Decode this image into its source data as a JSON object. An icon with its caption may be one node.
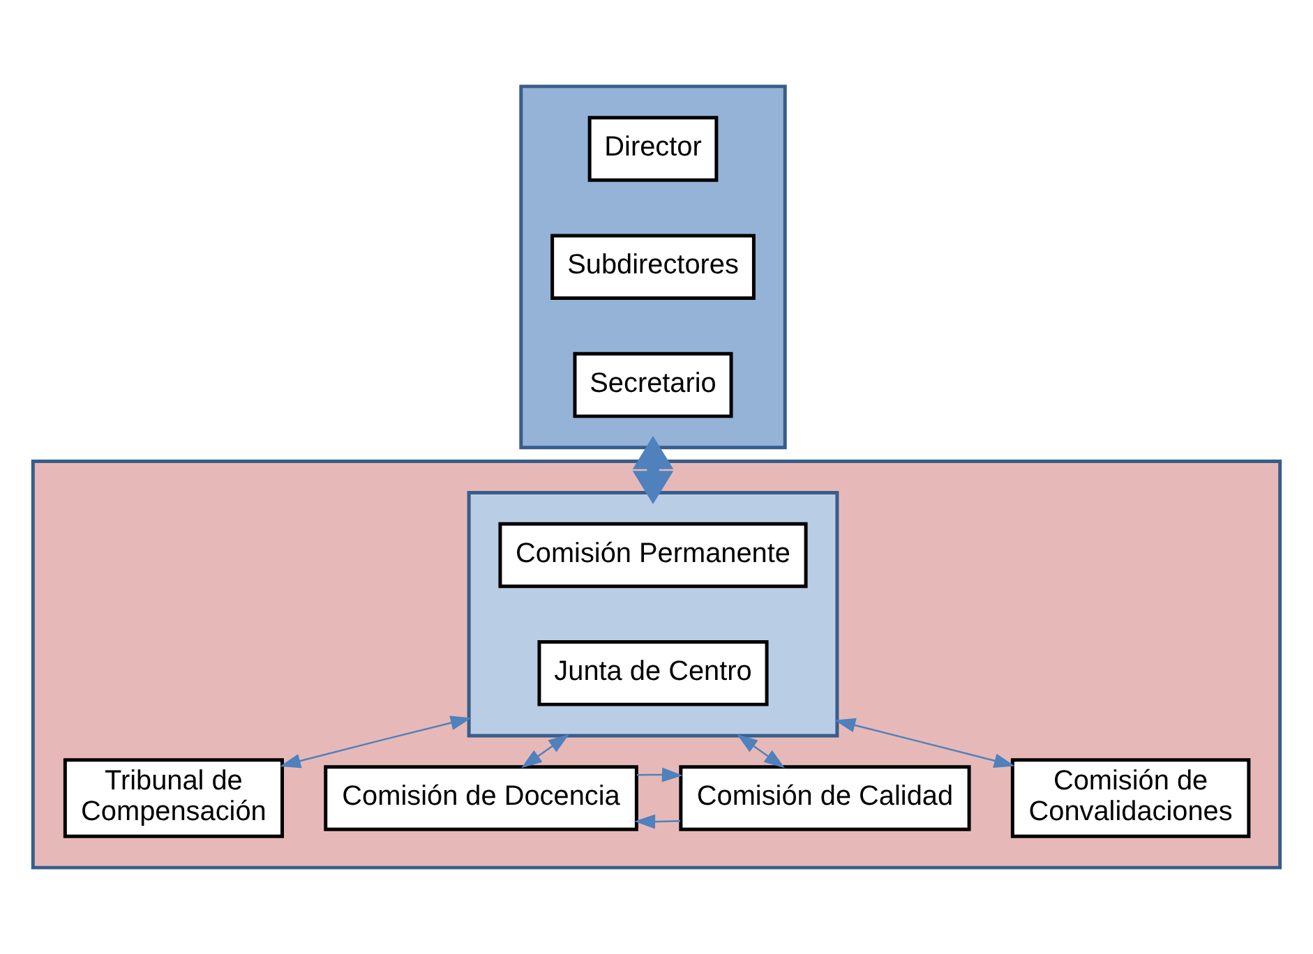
{
  "diagram": {
    "nodes": [
      {
        "text": [],
        "shape": "box"
      },
      {
        "text": [
          "Director"
        ],
        "in": 0
      },
      {
        "text": [
          "Subdirectores"
        ],
        "in": 0
      },
      {
        "text": [
          "Secretario"
        ],
        "in": 0
      },
      {
        "text": [],
        "shape": "box"
      },
      {
        "text": [],
        "shape": "box",
        "in": 4
      },
      {
        "text": [
          "Comisión Permanente"
        ],
        "in": 5
      },
      {
        "text": [
          "Junta de Centro"
        ],
        "in": 5
      },
      {
        "text": [
          "Tribunal de Compensación"
        ],
        "in": 4
      },
      {
        "text": [
          "Comisión de Docencia"
        ],
        "in": 4
      },
      {
        "text": [
          "Comisión de Calidad"
        ],
        "in": 4
      },
      {
        "text": [
          "Comisión de Convalidaciones"
        ],
        "in": 4
      }
    ],
    "edges": [
      {
        "from": 0,
        "to": 5,
        "arrow": "both",
        "style": "thick"
      },
      {
        "from": 5,
        "to": 8,
        "arrow": "both"
      },
      {
        "from": 5,
        "to": 11,
        "arrow": "both"
      },
      {
        "from": 5,
        "to": 9,
        "arrow": "both"
      },
      {
        "from": 5,
        "to": 10,
        "arrow": "both"
      },
      {
        "from": 10,
        "to": 9,
        "arrow": "to"
      },
      {
        "from": 9,
        "to": 10,
        "arrow": "to"
      }
    ]
  }
}
